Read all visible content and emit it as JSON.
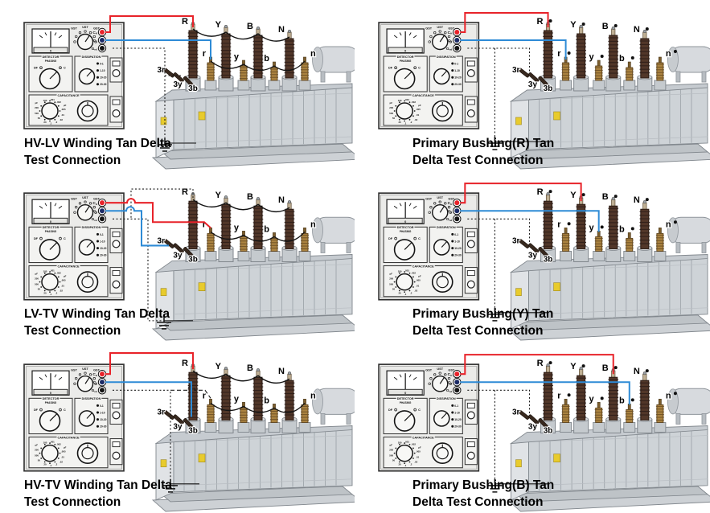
{
  "instrument": {
    "meter": {
      "zero": "0"
    },
    "mode_switch": {
      "labels": [
        "GST",
        "UST",
        "GST"
      ]
    },
    "terminals": [
      {
        "name": "ch",
        "label": "C",
        "sub": "H",
        "color": "#e8232a"
      },
      {
        "name": "cl",
        "label": "C",
        "sub": "L",
        "color": "#1c2b66"
      },
      {
        "name": "gnd",
        "label": "G",
        "sub": "nd",
        "color": "#141414"
      }
    ],
    "detector": {
      "title": "DETECTOR",
      "subtitle": "PHASING",
      "left": "DF",
      "right": "C"
    },
    "dissipation": {
      "title": "DISSIPATION",
      "ranges": [
        "0-1",
        "1-10",
        "10-20",
        "20-30"
      ]
    },
    "capacitance": {
      "title": "CAPACITANCE",
      "dial_labels": [
        "pF",
        "100",
        ".001",
        ".002",
        "µF",
        "200",
        ".005",
        "500",
        ".01",
        "50",
        ".02",
        "20",
        ".1",
        ".2"
      ]
    }
  },
  "transformer": {
    "hv_bushings": [
      "R",
      "Y",
      "B",
      "N"
    ],
    "lv_bushings": [
      "r",
      "y",
      "b",
      "n"
    ],
    "tertiary_bushings": [
      "3r",
      "3y",
      "3b"
    ]
  },
  "wires": {
    "hv_lead_color": "#e8232a",
    "lv_lead_color": "#2e8bd6",
    "ground_color": "#1a1a1a"
  },
  "panels": [
    {
      "id": "hv-lv-winding",
      "caption": [
        "HV-LV Winding Tan Delta",
        "Test Connection"
      ],
      "connection": {
        "ch": "R",
        "cl": "r",
        "ground": "tertiary"
      },
      "style": "winding",
      "route": "tl"
    },
    {
      "id": "primary-bushing-r",
      "caption": [
        "Primary Bushing(R) Tan",
        "Delta Test Connection"
      ],
      "connection": {
        "ch": "R",
        "cl": "r",
        "ground": "tank"
      },
      "style": "bushing",
      "route": "tr"
    },
    {
      "id": "lv-tv-winding",
      "caption": [
        "LV-TV Winding Tan Delta",
        "Test Connection"
      ],
      "connection": {
        "ch": "r",
        "cl": "3r",
        "ground": "R"
      },
      "style": "winding",
      "route": "ml"
    },
    {
      "id": "primary-bushing-y",
      "caption": [
        "Primary Bushing(Y) Tan",
        "Delta Test Connection"
      ],
      "connection": {
        "ch": "Y",
        "cl": "y",
        "ground": "tank"
      },
      "style": "bushing",
      "route": "mr"
    },
    {
      "id": "hv-tv-winding",
      "caption": [
        "HV-TV Winding Tan Delta",
        "Test Connection"
      ],
      "connection": {
        "ch": "R",
        "cl": "3r",
        "ground": "r"
      },
      "style": "winding",
      "route": "bl"
    },
    {
      "id": "primary-bushing-b",
      "caption": [
        "Primary Bushing(B) Tan",
        "Delta Test Connection"
      ],
      "connection": {
        "ch": "B",
        "cl": "b",
        "ground": "tank"
      },
      "style": "bushing",
      "route": "br"
    }
  ]
}
